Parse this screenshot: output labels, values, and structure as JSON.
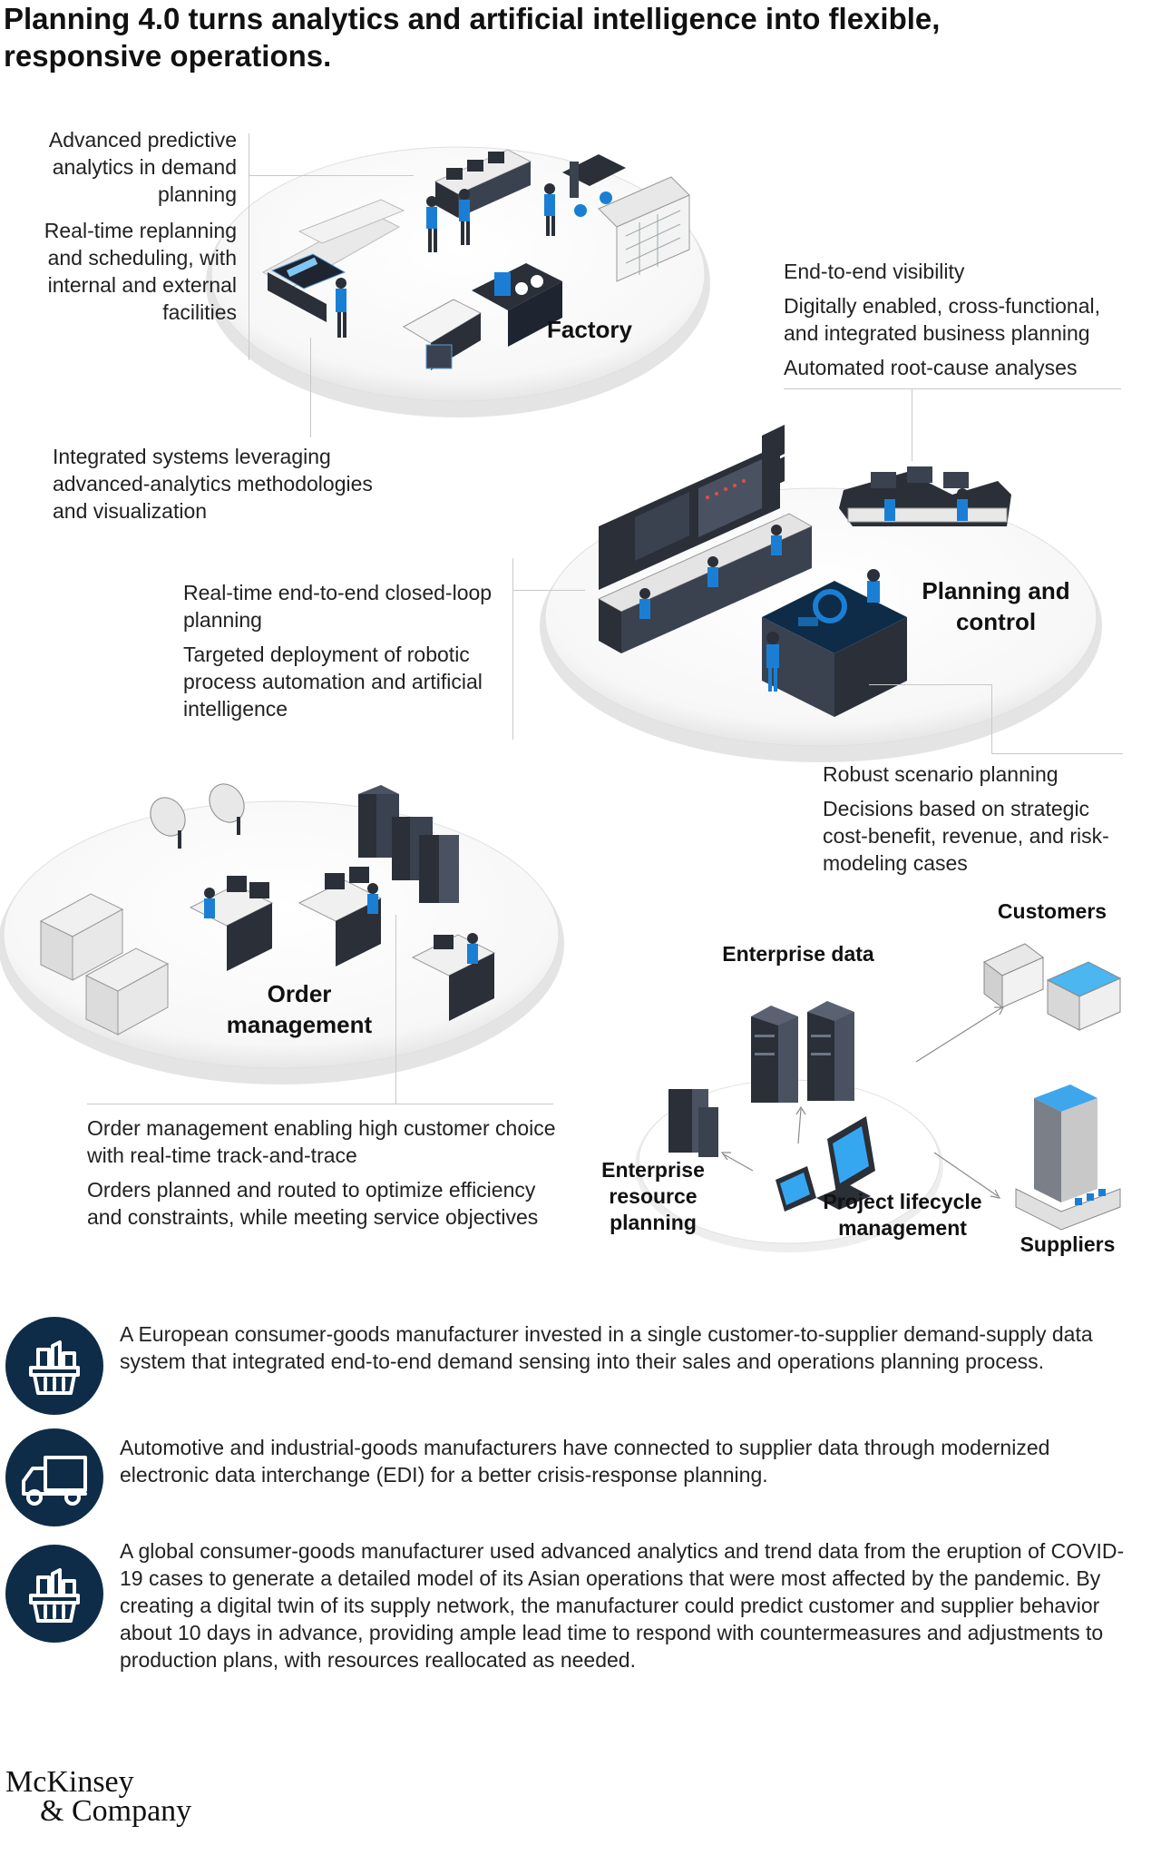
{
  "title": "Planning 4.0 turns analytics and artificial intelligence into flexible, responsive operations.",
  "zones": {
    "factory": "Factory",
    "planning": "Planning and control",
    "planning_line1": "Planning and",
    "planning_line2": "control",
    "order": "Order management",
    "order_line1": "Order",
    "order_line2": "management"
  },
  "factory_notes": {
    "left": [
      "Advanced predictive analytics in demand planning",
      "Real-time replanning and scheduling, with internal and external facilities"
    ],
    "right": [
      "End-to-end visibility",
      "Digitally enabled, cross-functional, and integrated business planning",
      "Automated root-cause analyses"
    ],
    "bottom": "Integrated systems leveraging advanced-analytics methodologies and visualization"
  },
  "planning_notes": {
    "left": [
      "Real-time end-to-end closed-loop planning",
      "Targeted deployment of robotic process automation and artificial intelligence"
    ],
    "right": [
      "Robust scenario planning",
      "Decisions based on strategic cost-benefit, revenue, and risk-modeling cases"
    ]
  },
  "order_notes": [
    "Order management enabling high customer choice with real-time track-and-trace",
    "Orders planned and routed to optimize efficiency and constraints, while meeting service objectives"
  ],
  "network": {
    "enterprise_data": "Enterprise data",
    "erp": "Enterprise resource planning",
    "plm": "Project lifecycle management",
    "customers": "Customers",
    "suppliers": "Suppliers"
  },
  "cases": [
    {
      "icon": "shopping-basket-icon",
      "text": "A European consumer-goods manufacturer invested in a single customer-to-supplier demand-supply data system that integrated end-to-end demand sensing into their sales and operations planning process."
    },
    {
      "icon": "delivery-truck-icon",
      "text": "Automotive and industrial-goods manufacturers have connected to supplier data through modernized electronic data interchange (EDI) for a better crisis-response planning."
    },
    {
      "icon": "shopping-basket-icon",
      "text": "A global consumer-goods manufacturer used advanced analytics and trend data from the eruption of COVID-19 cases to generate a detailed model of its Asian operations that were most affected by the pandemic. By creating a digital twin of its supply network, the manufacturer could predict customer and supplier behavior about 10 days in advance, providing ample lead time to respond with countermeasures and adjustments to production plans, with resources reallocated as needed."
    }
  ],
  "logo": {
    "line1": "McKinsey",
    "line2": "& Company"
  },
  "colors": {
    "accent": "#1a7fd4",
    "dark_navy": "#0e2c47",
    "machine_dark": "#2a2f38",
    "platform": "#ececec"
  }
}
